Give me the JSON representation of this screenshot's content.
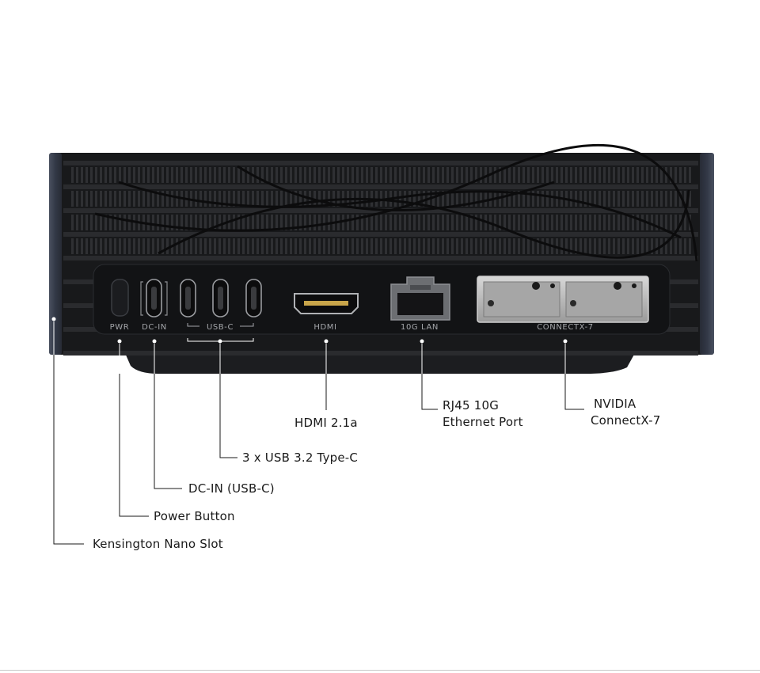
{
  "device": {
    "panel_labels": {
      "pwr": "PWR",
      "dc_in": "DC-IN",
      "usb_c": "USB-C",
      "hdmi": "HDMI",
      "lan": "10G LAN",
      "connectx": "CONNECTX-7"
    }
  },
  "callouts": {
    "hdmi": "HDMI 2.1a",
    "rj45_line1": "RJ45 10G",
    "rj45_line2": "Ethernet Port",
    "nvidia_line1": "NVIDIA",
    "nvidia_line2": "ConnectX-7",
    "usb": "3 x USB 3.2 Type-C",
    "dcin": "DC-IN (USB-C)",
    "power": "Power Button",
    "kensington": "Kensington Nano Slot"
  },
  "colors": {
    "chassis": "#1e1f22",
    "side_cap": "#3b4250",
    "panel": "#141517",
    "port_silver": "#b8b8b8",
    "callout_line": "#1a1a1a"
  }
}
